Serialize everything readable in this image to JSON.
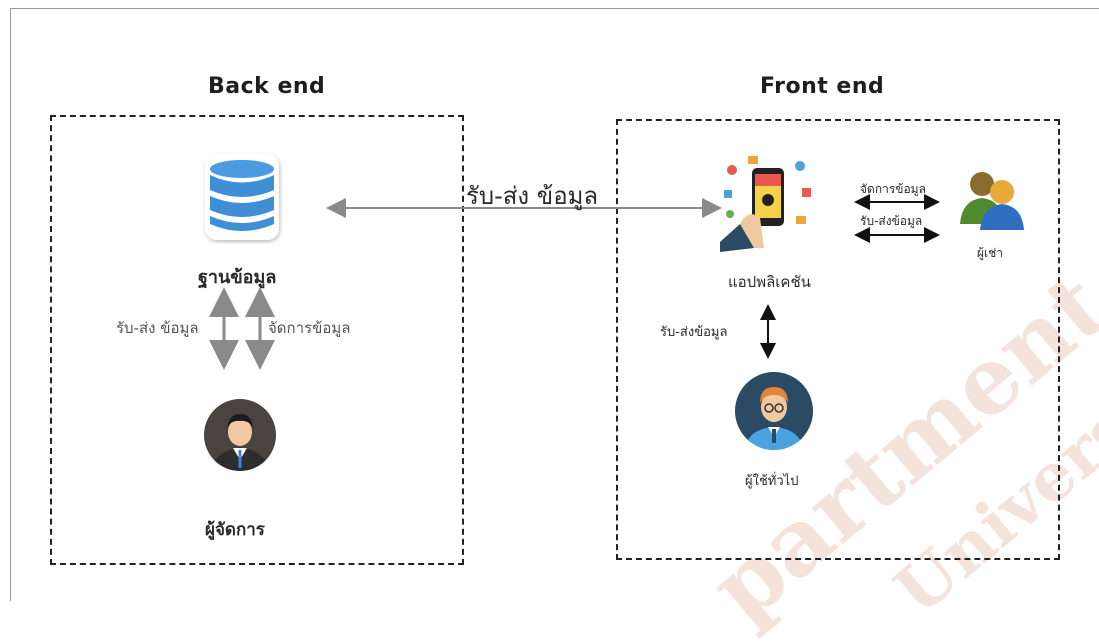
{
  "backend": {
    "title": "Back end",
    "database_label": "ฐานข้อมูล",
    "arrow_left_label": "รับ-ส่ง ข้อมูล",
    "arrow_right_label": "จัดการข้อมูล",
    "admin_label": "ผู้จัดการ"
  },
  "frontend": {
    "title": "Front end",
    "app_label": "แอปพลิเคชัน",
    "manage_label": "จัดการข้อมูล",
    "send_label": "รับ-ส่งข้อมูล",
    "tenant_label": "ผู้เช่า",
    "user_link_label": "รับ-ส่งข้อมูล",
    "general_user_label": "ผู้ใช้ทั่วไป"
  },
  "center_link_label": "รับ-ส่ง ข้อมูล",
  "watermark": {
    "line1": "partment",
    "line2": "University"
  },
  "colors": {
    "db_blue": "#3f8fd6",
    "arrow": "#8a8a8a",
    "user_bg": "#2b4a63",
    "watermark": "#f2dfd5"
  }
}
